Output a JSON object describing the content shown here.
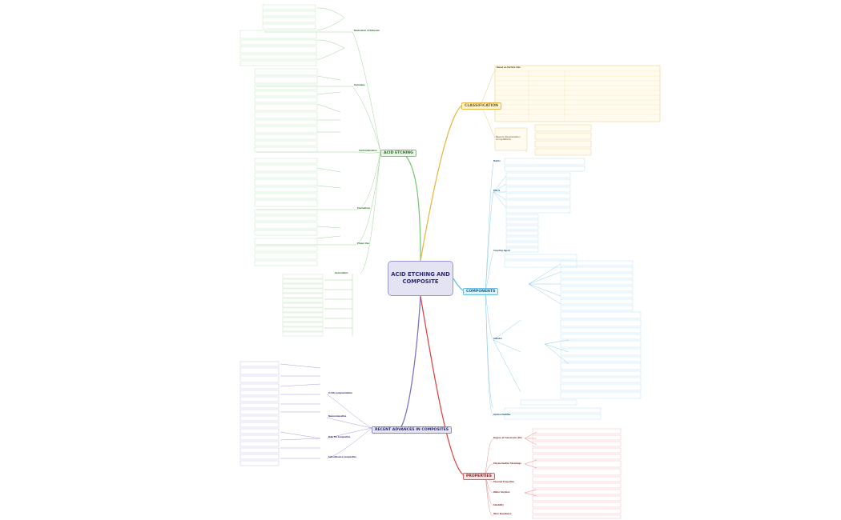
{
  "central": {
    "title": "ACID ETCHING AND COMPOSITE"
  },
  "branches": {
    "acid_etching": "ACID ETCHING",
    "classification": "CLASSIFICATION",
    "components": "COMPONENTS",
    "recent_advances": "RECENT ADVANCES IN COMPOSITES",
    "properties": "PROPERTIES"
  },
  "acid_nodes": {
    "mechanism": "Mechanism of Adhesion",
    "technique": "Technique",
    "contraindication": "Contraindication",
    "precautions": "Precautions",
    "proper_use": "Proper Use",
    "generations": "Generations"
  },
  "classification_nodes": {
    "table_title": "Based on Particle Size",
    "polymerization": "Based on Polymerization / Curing Methods"
  },
  "component_nodes": {
    "matrix": "Matrix",
    "fillers": "Fillers",
    "coupling": "Coupling Agent",
    "initiator": "Initiator",
    "optical": "Optical Modifier"
  },
  "recent_nodes": {
    "r1": "In Situ polymerization",
    "r2": "Nanocomposites",
    "r3": "Bulk Fill Composites",
    "r4": "Self-adhesive Composites"
  },
  "property_nodes": {
    "p1": "Degree of Conversion (DC)",
    "p2": "Polymerization Shrinkage",
    "p3": "Thermal Properties",
    "p4": "Water Sorption",
    "p5": "Solubility",
    "p6": "Wear Resistance"
  },
  "colors": {
    "acid": "#7ec87a",
    "classification": "#e9b84a",
    "components": "#69bfe4",
    "recent": "#7a76c8",
    "properties": "#e04848"
  }
}
